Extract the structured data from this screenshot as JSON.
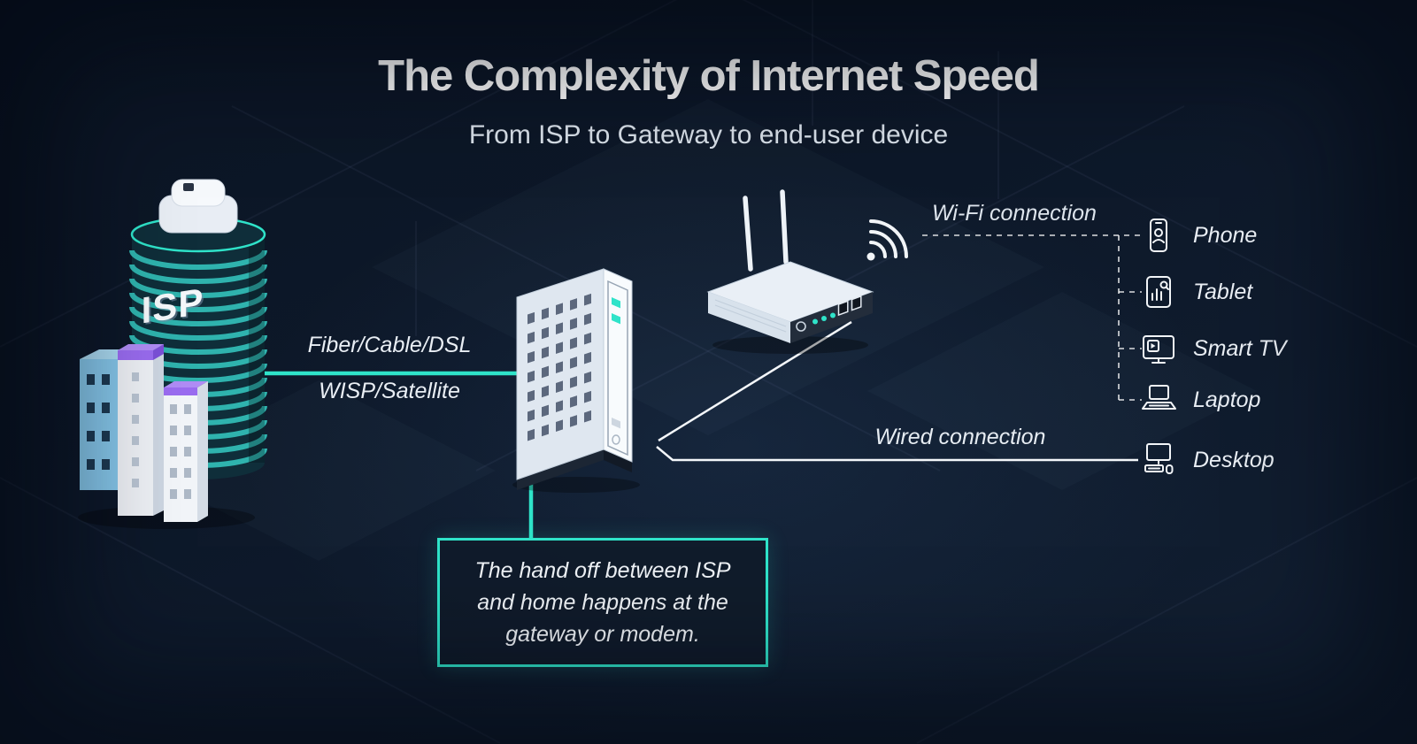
{
  "header": {
    "title": "The Complexity of Internet Speed",
    "subtitle": "From ISP to Gateway to end-user device"
  },
  "isp_building": {
    "label": "ISP"
  },
  "links": {
    "isp_to_gateway": {
      "label_line1": "Fiber/Cable/DSL",
      "label_line2": "WISP/Satellite",
      "style": "solid-teal"
    },
    "wifi": {
      "label": "Wi-Fi connection",
      "style": "dashed-white"
    },
    "wired": {
      "label": "Wired connection",
      "style": "solid-white"
    }
  },
  "gateway": {
    "name": "gateway-modem"
  },
  "router": {
    "name": "wifi-router"
  },
  "devices": [
    {
      "icon": "phone-icon",
      "label": "Phone"
    },
    {
      "icon": "tablet-icon",
      "label": "Tablet"
    },
    {
      "icon": "smart-tv-icon",
      "label": "Smart TV"
    },
    {
      "icon": "laptop-icon",
      "label": "Laptop"
    },
    {
      "icon": "desktop-icon",
      "label": "Desktop"
    }
  ],
  "callout": {
    "text": "The hand off between ISP and home happens at the gateway or modem."
  },
  "colors": {
    "accent": "#2fe3c9",
    "background": "#0d1726",
    "text": "#ffffff"
  }
}
